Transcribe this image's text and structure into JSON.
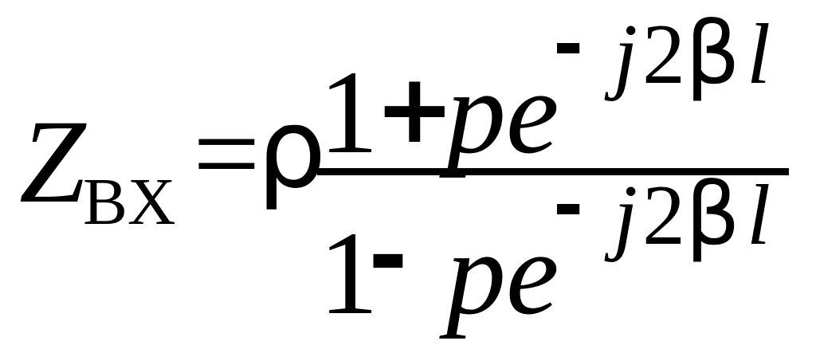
{
  "formula": {
    "lhs": {
      "variable": "Z",
      "subscript": "ВХ"
    },
    "equals": "=",
    "rho": "ρ",
    "numerator": {
      "one": "1",
      "operator": "+",
      "pe": "pe",
      "exp_sign": "-",
      "exp_j": "j",
      "exp_two": "2",
      "exp_beta": "β",
      "exp_l": "l"
    },
    "denominator": {
      "one": "1",
      "operator": "-",
      "pe": "pe",
      "exp_sign": "-",
      "exp_j": "j",
      "exp_two": "2",
      "exp_beta": "β",
      "exp_l": "l"
    }
  }
}
